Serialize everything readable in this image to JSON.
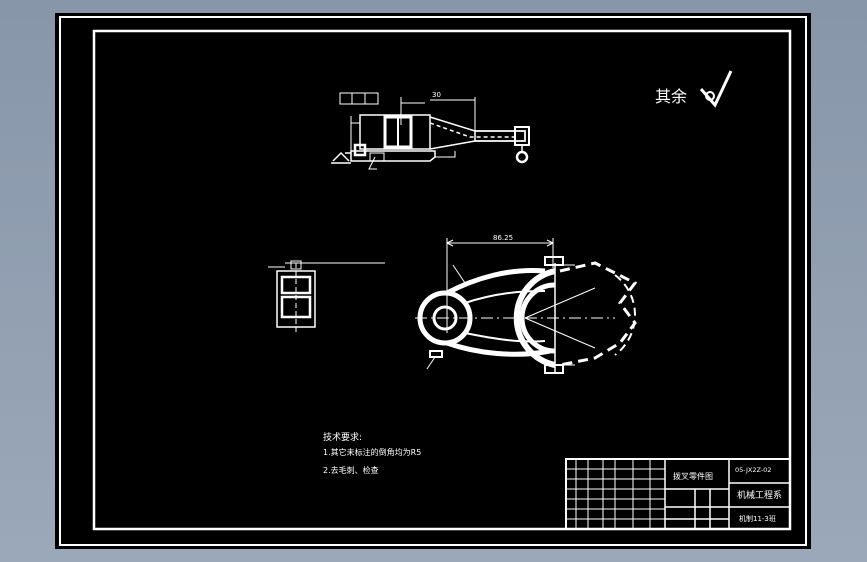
{
  "finish": {
    "label": "其余"
  },
  "tech_requirements": {
    "heading": "技术要求:",
    "item1": "1.其它未标注的倒角均为R5",
    "item2": "2.去毛刺、检查"
  },
  "title_block": {
    "drawing_name": "拨叉零件图",
    "drawing_code": "05-JX2Z-02",
    "department": "机械工程系",
    "class_id": "机制11-3班"
  },
  "dimensions": {
    "top_length": "30",
    "center_distance": "86.25"
  },
  "colors": {
    "sheet": "#000000",
    "line": "#ffffff",
    "outer": "#8a98ab"
  }
}
